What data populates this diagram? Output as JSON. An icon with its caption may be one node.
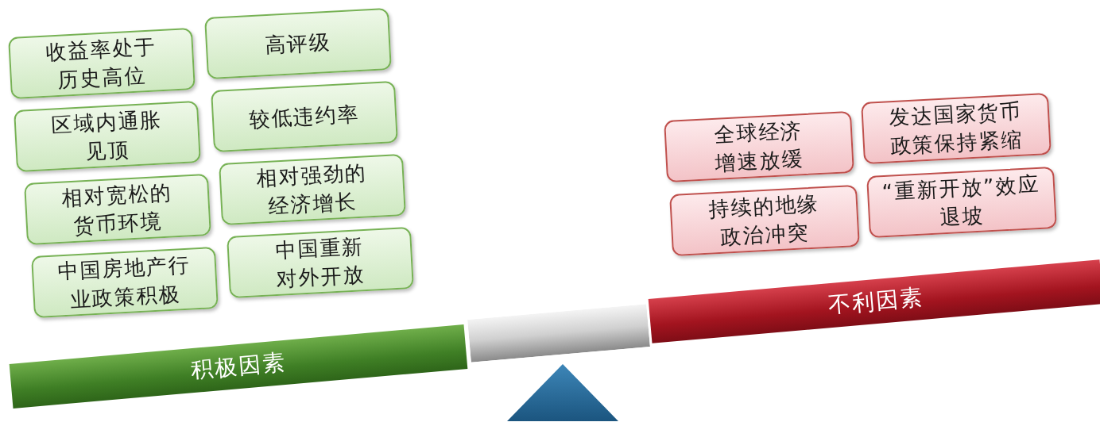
{
  "diagram": {
    "nodes": [
      {
        "text": [
          "收益率处于历史高位"
        ]
      },
      {
        "text": [
          "高评级"
        ]
      },
      {
        "text": [
          "区域内通胀见顶"
        ]
      },
      {
        "text": [
          "较低违约率"
        ]
      },
      {
        "text": [
          "相对宽松的货币环境"
        ]
      },
      {
        "text": [
          "相对强劲的经济增长"
        ]
      },
      {
        "text": [
          "中国房地产行业政策积极"
        ]
      },
      {
        "text": [
          "中国重新对外开放"
        ]
      },
      {
        "text": [
          "全球经济增速放缓"
        ]
      },
      {
        "text": [
          "发达国家货币政策保持紧缩"
        ]
      },
      {
        "text": [
          "持续的地缘政治冲突"
        ]
      },
      {
        "text": [
          "“重新开放”效应退坡"
        ]
      },
      {
        "text": [
          "积极因素"
        ]
      },
      {
        "text": [
          "不利因素"
        ]
      },
      {
        "text": [],
        "shape": "bar"
      },
      {
        "text": [],
        "shape": "triangle"
      }
    ]
  }
}
